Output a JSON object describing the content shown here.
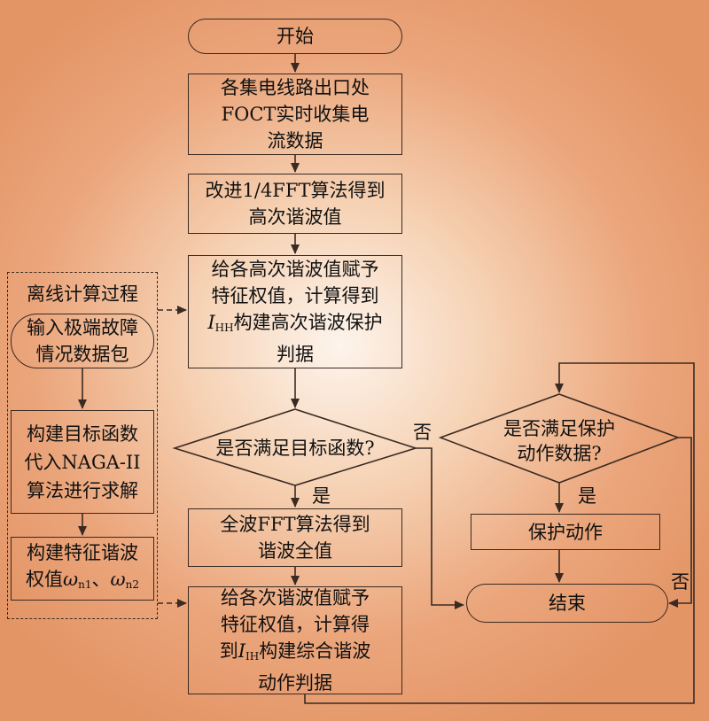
{
  "nodes": {
    "start": "开始",
    "collect": [
      "各集电线路出口处",
      "FOCT实时收集电",
      "流数据"
    ],
    "fft14": [
      "改进1/4FFT算法得到",
      "高次谐波值"
    ],
    "assign_high": {
      "line1": "给各高次谐波值赋予",
      "line2": "特征权值，计算得到",
      "var_main": "I",
      "var_sub": "HH",
      "line3_rest": "构建高次谐波保护",
      "line4": "判据"
    },
    "decision_target": "是否满足目标函数?",
    "full_fft": [
      "全波FFT算法得到",
      "谐波全值"
    ],
    "assign_all": {
      "line1": "给各次谐波值赋予",
      "line2": "特征权值，计算得",
      "line3_pre": "到",
      "var_main": "I",
      "var_sub": "IH",
      "line3_rest": "构建综合谐波",
      "line4": "动作判据"
    },
    "decision_protect": [
      "是否满足保护",
      "动作数据?"
    ],
    "protect_action": "保护动作",
    "end": "结束"
  },
  "offline": {
    "title": "离线计算过程",
    "input": [
      "输入极端故障",
      "情况数据包"
    ],
    "build": [
      "构建目标函数",
      "代入NAGA-II",
      "算法进行求解"
    ],
    "weights": {
      "line1": "构建特征谐波",
      "line2_pre": "权值",
      "w1_main": "ω",
      "w1_sub": "n1",
      "sep": "、",
      "w2_main": "ω",
      "w2_sub": "n2"
    }
  },
  "edge_labels": {
    "yes_target": "是",
    "no_target": "否",
    "yes_protect": "是",
    "no_protect": "否"
  },
  "colors": {
    "line": "#3a2a22",
    "bg_center": "#fdf4ec",
    "bg_edge": "#e39566"
  }
}
